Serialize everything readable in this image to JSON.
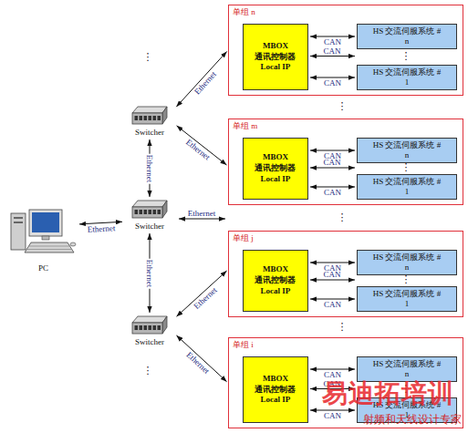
{
  "diagram": {
    "nodes": [
      {
        "text": [
          "单组 n"
        ]
      },
      {
        "text": [
          "MBOX 通讯控制器 Local IP"
        ],
        "in": 0
      },
      {
        "text": [
          "HS 交流伺服系统 # n"
        ],
        "in": 0
      },
      {
        "text": [
          "HS 交流伺服系统 # 1"
        ],
        "in": 0
      },
      {
        "text": [
          "单组 m"
        ]
      },
      {
        "text": [
          "MBOX 通讯控制器 Local IP"
        ],
        "in": 4
      },
      {
        "text": [
          "HS 交流伺服系统 # n"
        ],
        "in": 4
      },
      {
        "text": [
          "HS 交流伺服系统 # 1"
        ],
        "in": 4
      },
      {
        "text": [
          "单组 j"
        ]
      },
      {
        "text": [
          "MBOX 通讯控制器 Local IP"
        ],
        "in": 8
      },
      {
        "text": [
          "HS 交流伺服系统 # n"
        ],
        "in": 8
      },
      {
        "text": [
          "HS 交流伺服系统 # 1"
        ],
        "in": 8
      },
      {
        "text": [
          "单组 i"
        ]
      },
      {
        "text": [
          "MBOX 通讯控制器 Local IP"
        ],
        "in": 12
      },
      {
        "text": [
          "HS 交流伺服系统 # n"
        ],
        "in": 12
      },
      {
        "text": [
          "HS 交流伺服系统 # 1"
        ],
        "in": 12
      },
      {
        "text": [
          "Switcher"
        ]
      },
      {
        "text": [
          "Switcher"
        ]
      },
      {
        "text": [
          "Switcher"
        ]
      },
      {
        "text": [
          "PC"
        ]
      }
    ],
    "edges": [
      {
        "from": 19,
        "to": 17,
        "label": "Ethernet",
        "arrow": "both"
      },
      {
        "from": 17,
        "to": 16,
        "label": "Ethernet",
        "arrow": "both"
      },
      {
        "from": 17,
        "to": 18,
        "label": "Ethernet",
        "arrow": "both"
      },
      {
        "from": 16,
        "to": 0,
        "label": "Ethernet",
        "arrow": "both"
      },
      {
        "from": 16,
        "to": 4,
        "label": "Ethernet",
        "arrow": "both"
      },
      {
        "from": 18,
        "to": 8,
        "label": "Ethernet",
        "arrow": "both"
      },
      {
        "from": 18,
        "to": 12,
        "label": "Ethernet",
        "arrow": "both"
      },
      {
        "from": 1,
        "to": 2,
        "label": "CAN",
        "arrow": "both"
      },
      {
        "from": 1,
        "to": 3,
        "label": "CAN",
        "arrow": "both"
      },
      {
        "from": 5,
        "to": 6,
        "label": "CAN",
        "arrow": "both"
      },
      {
        "from": 5,
        "to": 7,
        "label": "CAN",
        "arrow": "both"
      },
      {
        "from": 9,
        "to": 10,
        "label": "CAN",
        "arrow": "both"
      },
      {
        "from": 9,
        "to": 11,
        "label": "CAN",
        "arrow": "both"
      },
      {
        "from": 13,
        "to": 14,
        "label": "CAN",
        "arrow": "both"
      },
      {
        "from": 13,
        "to": 15,
        "label": "CAN",
        "arrow": "both"
      }
    ],
    "labels": [
      "⋮",
      "Ethernet",
      "⋮",
      "⋮",
      "⋮",
      "⋮",
      "CAN",
      "⋮",
      "CAN",
      "⋮",
      "CAN",
      "⋮",
      "CAN",
      "⋮",
      "易迪拓培训",
      "射频和天线设计专家"
    ]
  }
}
